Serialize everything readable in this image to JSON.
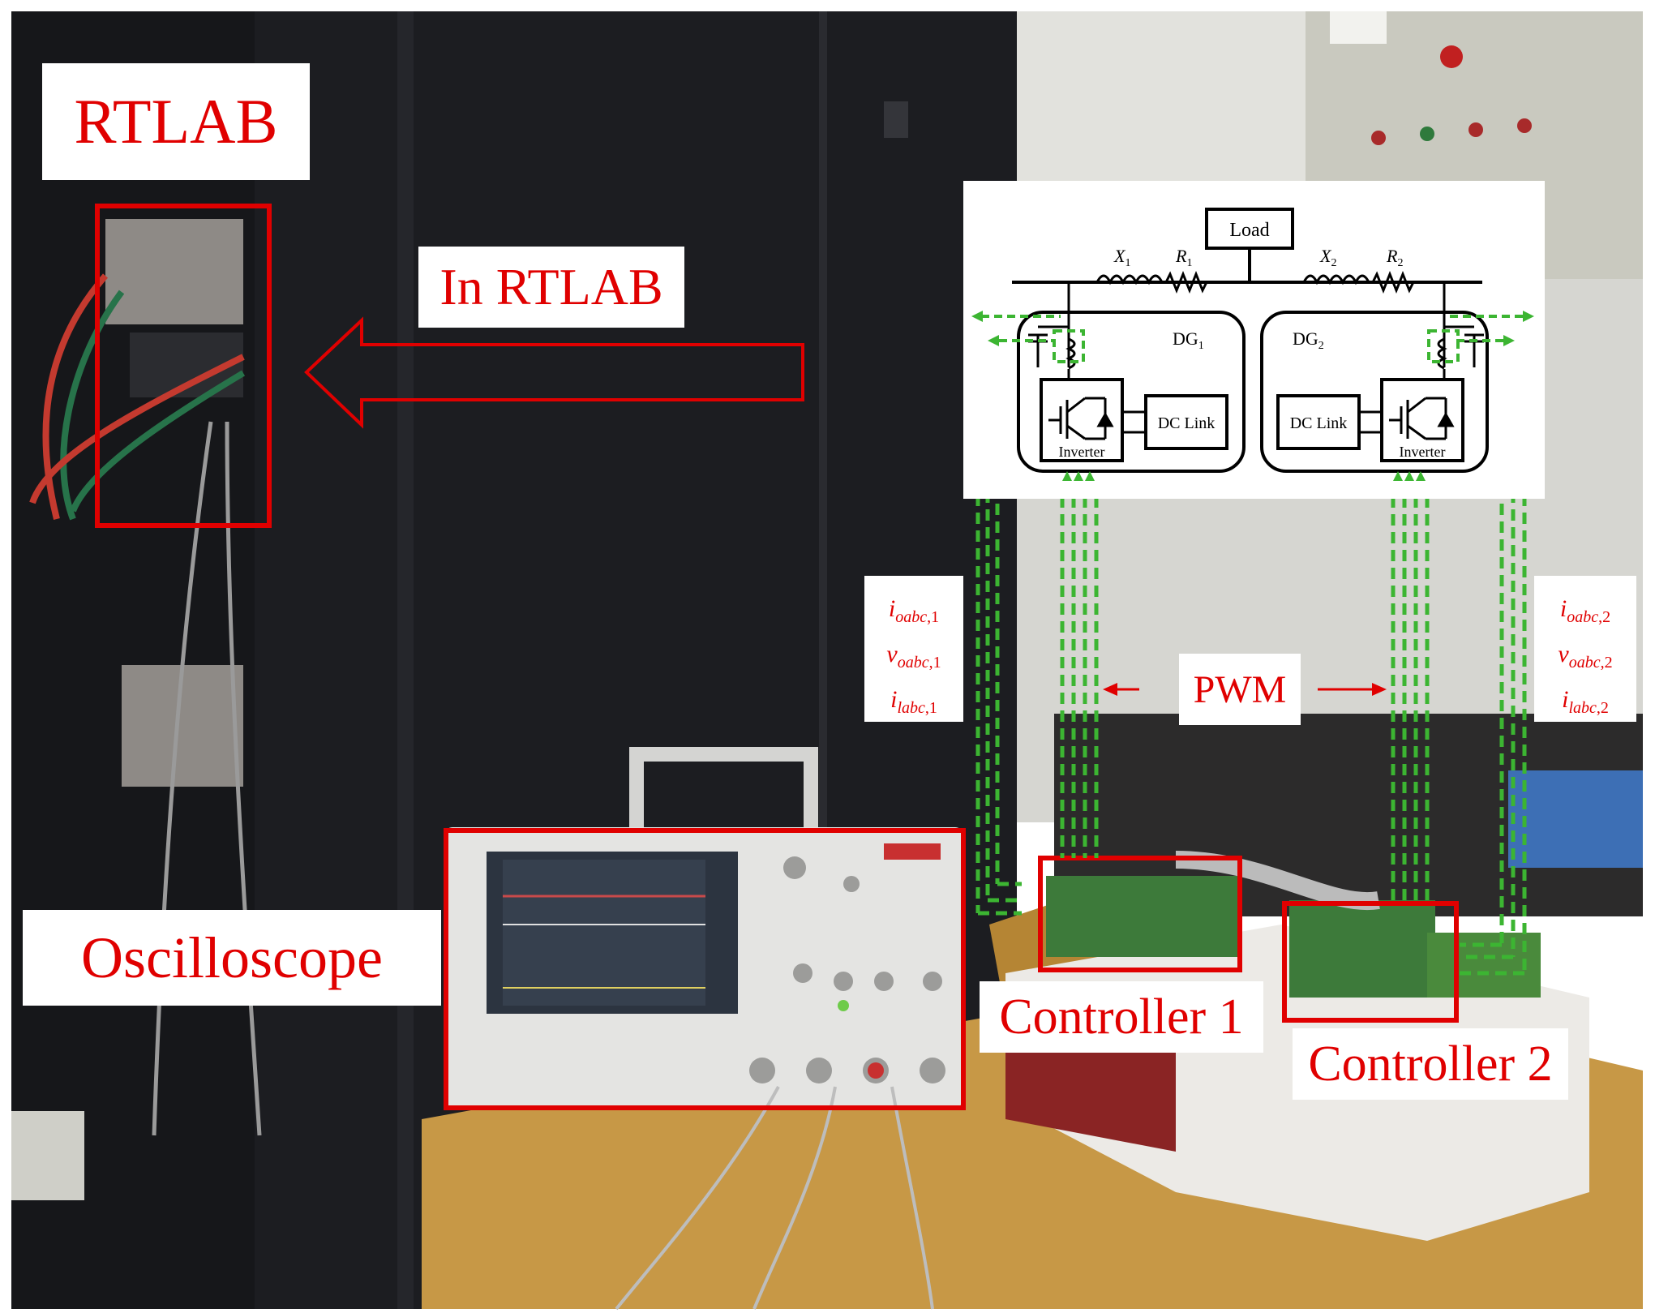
{
  "labels": {
    "rtlab": "RTLAB",
    "in_rtlab": "In RTLAB",
    "oscilloscope": "Oscilloscope",
    "controller_1": "Controller 1",
    "controller_2": "Controller 2",
    "pwm": "PWM"
  },
  "signals_dg1": [
    {
      "var": "i",
      "sub": "oabc",
      "idx": ",1"
    },
    {
      "var": "v",
      "sub": "oabc",
      "idx": ",1"
    },
    {
      "var": "i",
      "sub": "labc",
      "idx": ",1"
    }
  ],
  "signals_dg2": [
    {
      "var": "i",
      "sub": "oabc",
      "idx": ",2"
    },
    {
      "var": "v",
      "sub": "oabc",
      "idx": ",2"
    },
    {
      "var": "i",
      "sub": "labc",
      "idx": ",2"
    }
  ],
  "diagram": {
    "load": "Load",
    "x1": "X",
    "x1_sub": "1",
    "r1": "R",
    "r1_sub": "1",
    "x2": "X",
    "x2_sub": "2",
    "r2": "R",
    "r2_sub": "2",
    "dg1": "DG",
    "dg1_sub": "1",
    "dg2": "DG",
    "dg2_sub": "2",
    "dc_link_1": "DC Link",
    "dc_link_2": "DC Link",
    "inverter_1": "Inverter",
    "inverter_2": "Inverter"
  },
  "colors": {
    "annotation_red": "#e00000",
    "signal_green": "#3cb532",
    "rack_dark": "#1b1c1f",
    "desk_wood": "#c99a45",
    "wall": "#d9d9d4"
  }
}
